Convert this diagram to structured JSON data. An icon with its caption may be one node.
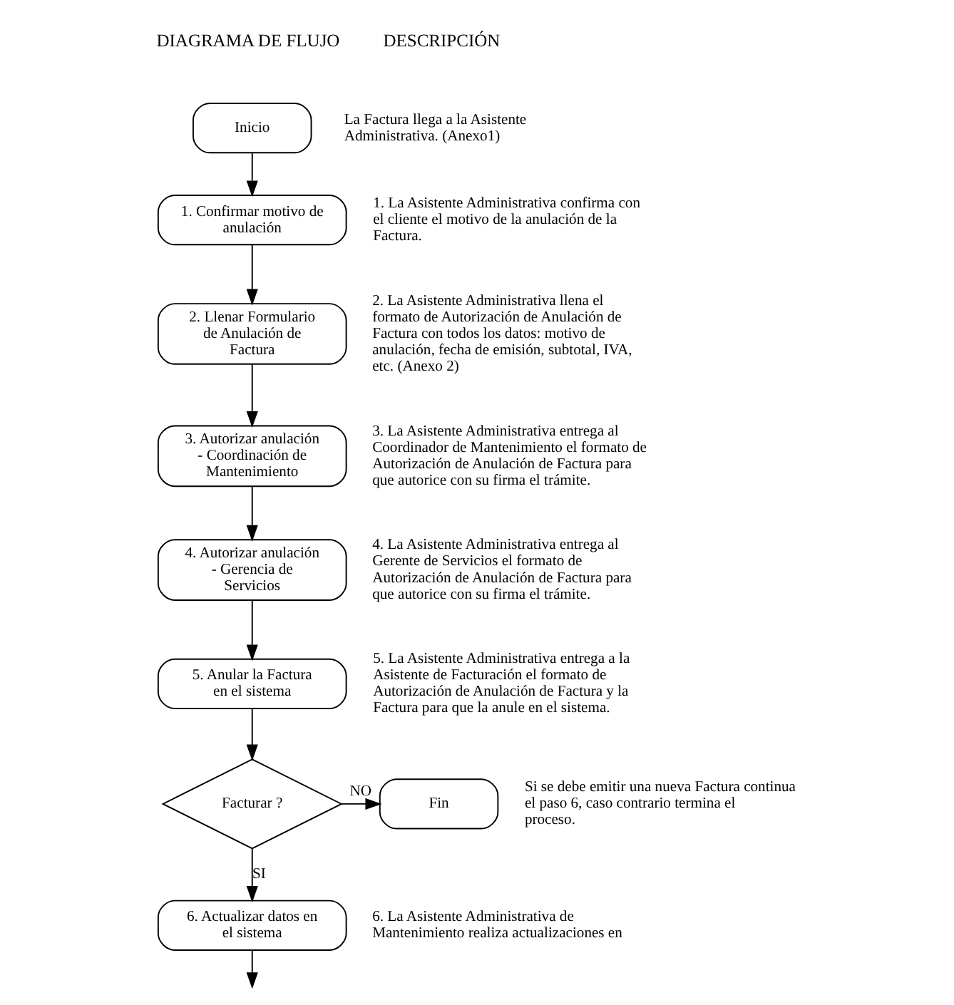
{
  "diagram": {
    "nodes": [
      {
        "text": [
          "Inicio"
        ],
        "beside": [
          "La Factura llega a la Asistente Administrativa. (Anexo1)"
        ]
      },
      {
        "text": [
          "1. Confirmar motivo de anulación"
        ],
        "beside": [
          "1. La Asistente Administrativa confirma con el cliente el motivo de la anulación de la Factura."
        ]
      },
      {
        "text": [
          "2. Llenar Formulario de Anulación de Factura"
        ],
        "beside": [
          "2. La Asistente Administrativa llena el formato de Autorización de Anulación de Factura con todos los datos: motivo de anulación, fecha de emisión, subtotal, IVA, etc. (Anexo 2)"
        ]
      },
      {
        "text": [
          "3. Autorizar anulación - Coordinación de Mantenimiento"
        ],
        "beside": [
          "3. La Asistente Administrativa entrega al Coordinador de Mantenimiento el formato de Autorización de Anulación de Factura para que autorice con su firma el trámite."
        ]
      },
      {
        "text": [
          "4. Autorizar anulación - Gerencia de Servicios"
        ],
        "beside": [
          "4. La Asistente Administrativa entrega al Gerente de Servicios el formato de Autorización de Anulación de Factura para que autorice con su firma el trámite."
        ]
      },
      {
        "text": [
          "5. Anular la Factura en el sistema"
        ],
        "beside": [
          "5. La Asistente Administrativa entrega a la Asistente de Facturación el formato de Autorización de Anulación de Factura y la Factura para que la anule en el sistema."
        ]
      },
      {
        "text": [
          "Facturar ?"
        ]
      },
      {
        "text": [
          "Fin"
        ],
        "beside": [
          "Si se debe emitir una nueva Factura continua el paso 6, caso contrario termina el proceso."
        ]
      },
      {
        "text": [
          "6. Actualizar datos en el sistema"
        ],
        "beside": [
          "6. La Asistente Administrativa de Mantenimiento realiza actualizaciones en"
        ]
      }
    ],
    "edges": [
      {
        "from": 0,
        "to": 1,
        "arrow": "to"
      },
      {
        "from": 1,
        "to": 2,
        "arrow": "to"
      },
      {
        "from": 2,
        "to": 3,
        "arrow": "to"
      },
      {
        "from": 3,
        "to": 4,
        "arrow": "to"
      },
      {
        "from": 4,
        "to": 5,
        "arrow": "to"
      },
      {
        "from": 5,
        "to": 6,
        "arrow": "to"
      },
      {
        "from": 6,
        "to": 7,
        "arrow": "to",
        "label": "NO"
      },
      {
        "from": 6,
        "to": 8,
        "arrow": "to",
        "label": "SI"
      },
      {
        "from": 8,
        "to": null,
        "arrow": "to"
      }
    ],
    "labels": [
      "DIAGRAMA DE FLUJO",
      "DESCRIPCIÓN"
    ]
  }
}
